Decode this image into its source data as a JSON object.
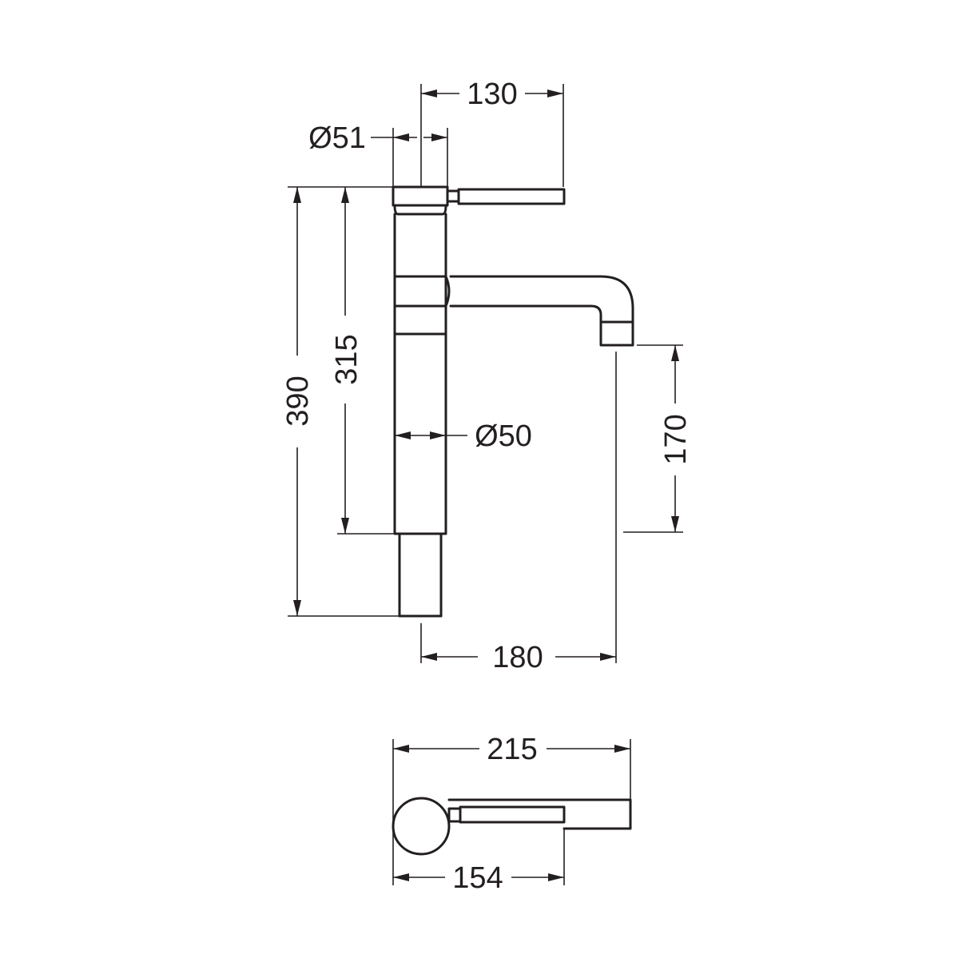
{
  "dimensions": {
    "lever_reach": "130",
    "top_diameter": "Ø51",
    "overall_height": "390",
    "body_height": "315",
    "body_diameter": "Ø50",
    "spout_clearance": "170",
    "spout_reach": "180",
    "plan_overall_length": "215",
    "plan_lever_length": "154"
  },
  "colors": {
    "line": "#231f20",
    "background": "#ffffff"
  }
}
